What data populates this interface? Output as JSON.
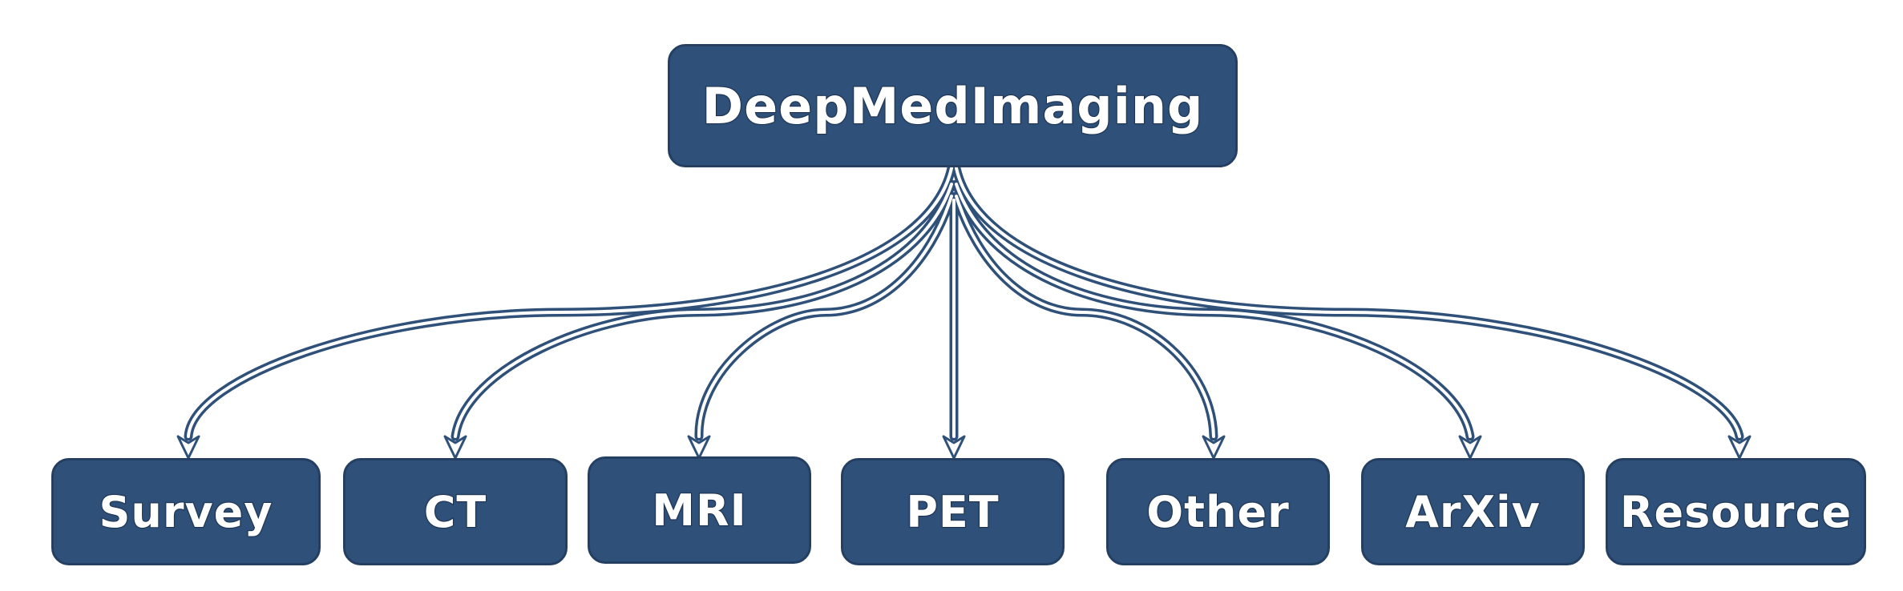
{
  "diagram": {
    "root": {
      "label": "DeepMedImaging"
    },
    "children": [
      {
        "id": "survey",
        "label": "Survey"
      },
      {
        "id": "ct",
        "label": "CT"
      },
      {
        "id": "mri",
        "label": "MRI"
      },
      {
        "id": "pet",
        "label": "PET"
      },
      {
        "id": "other",
        "label": "Other"
      },
      {
        "id": "arxiv",
        "label": "ArXiv"
      },
      {
        "id": "resource",
        "label": "Resource"
      }
    ]
  },
  "colors": {
    "node_fill": "#2e5079",
    "edge": "#2e5079",
    "text": "#ffffff"
  }
}
